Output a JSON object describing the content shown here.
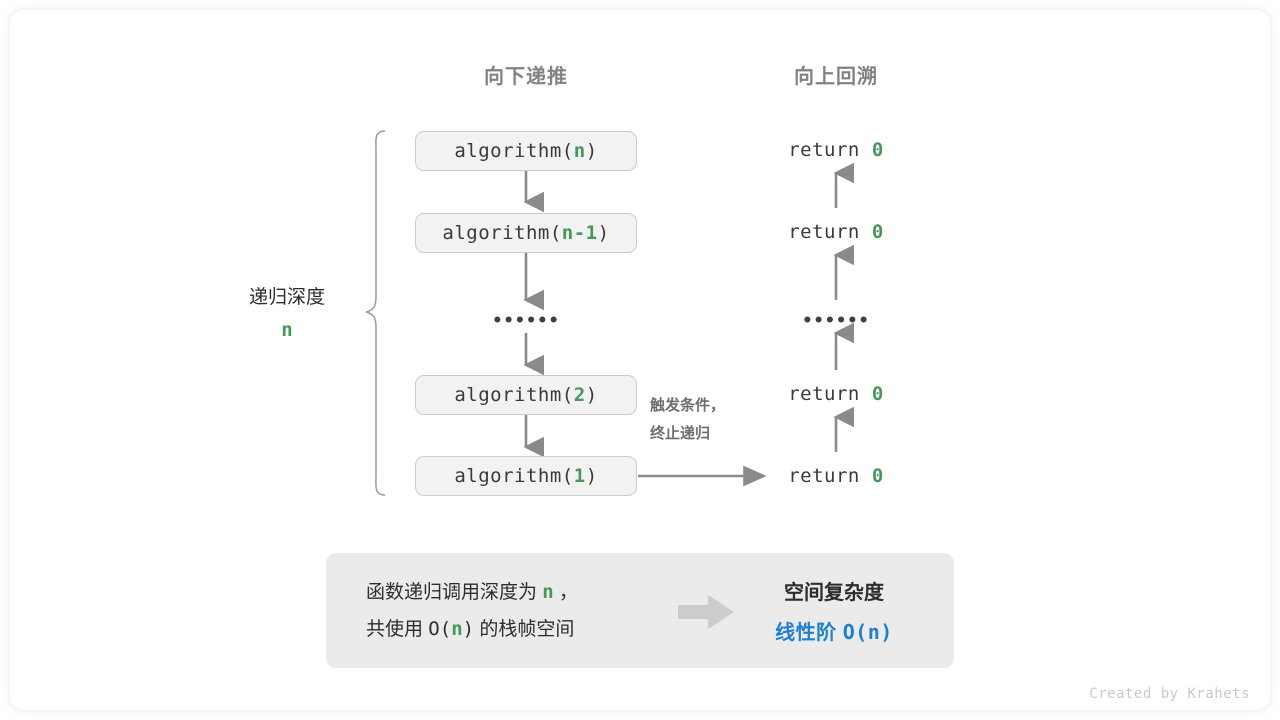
{
  "colors": {
    "green": "#47975b",
    "blue": "#2080ce",
    "box_fill": "#f2f2f2",
    "box_border": "#cccccc",
    "arrow": "#8a8a8a",
    "header_text": "#828282",
    "summary_fill": "#ebebeb"
  },
  "headers": {
    "left": "向下递推",
    "right": "向上回溯"
  },
  "depth": {
    "label": "递归深度",
    "value": "n"
  },
  "call_stack": [
    {
      "prefix": "algorithm(",
      "arg": "n",
      "suffix": ")"
    },
    {
      "prefix": "algorithm(",
      "arg": "n-1",
      "suffix": ")"
    },
    {
      "prefix": "algorithm(",
      "arg": "2",
      "suffix": ")"
    },
    {
      "prefix": "algorithm(",
      "arg": "1",
      "suffix": ")"
    }
  ],
  "ellipsis": "••••••",
  "returns": [
    {
      "keyword": "return",
      "value": "0"
    },
    {
      "keyword": "return",
      "value": "0"
    },
    {
      "keyword": "return",
      "value": "0"
    },
    {
      "keyword": "return",
      "value": "0"
    }
  ],
  "condition": {
    "line1": "触发条件，",
    "line2": "终止递归"
  },
  "summary": {
    "left_line1_a": "函数递归调用深度为",
    "left_line1_var": "n",
    "left_line1_b": "，",
    "left_line2_a": "共使用",
    "left_line2_fn": "O(",
    "left_line2_var": "n",
    "left_line2_fn2": ")",
    "left_line2_b": "的栈帧空间",
    "arrow_icon": "right-arrow-icon",
    "right_title": "空间复杂度",
    "right_value_label": "线性阶",
    "right_value_code": "O(n)"
  },
  "credit": "Created by Krahets"
}
